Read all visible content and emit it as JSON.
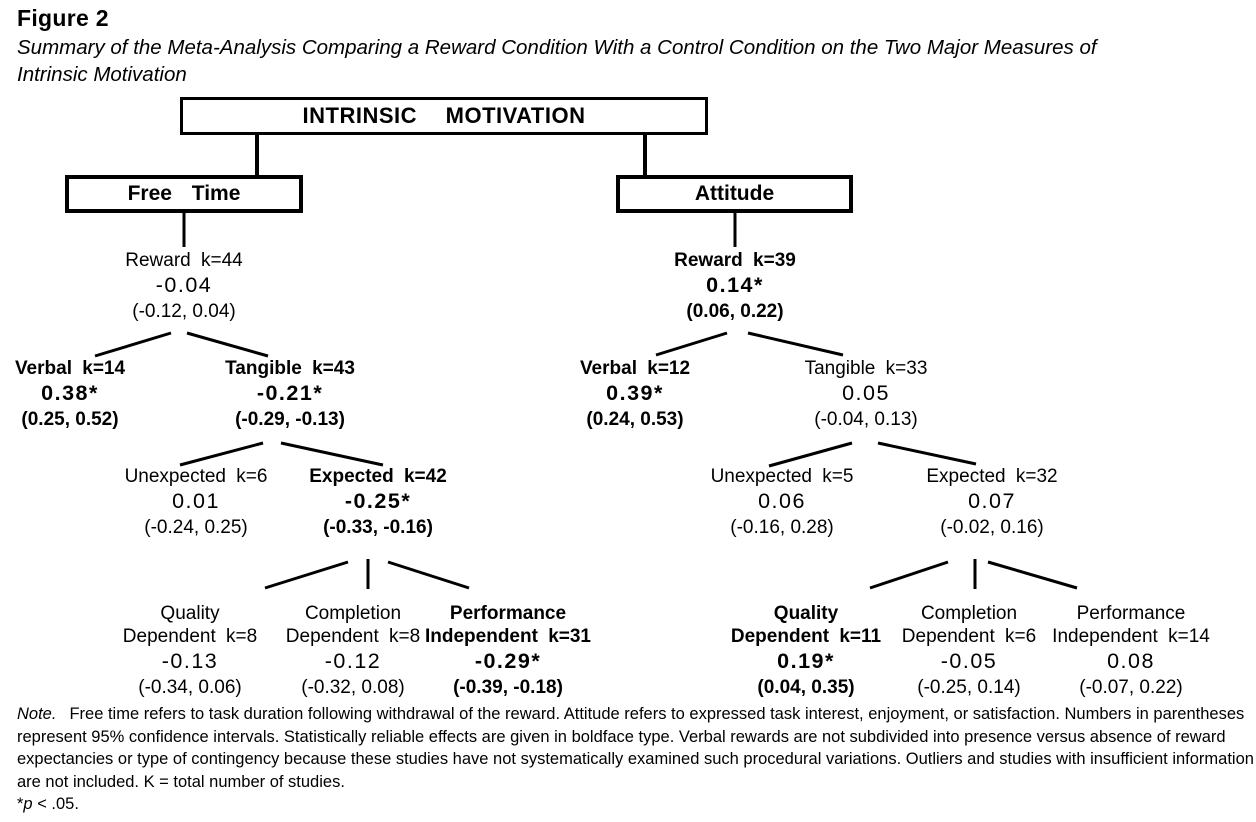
{
  "figure": {
    "label": "Figure 2",
    "caption_line1": "Summary of the Meta-Analysis Comparing a Reward Condition With a Control Condition on the Two Major Measures of",
    "caption_line2": "Intrinsic Motivation"
  },
  "tree": {
    "root_label": "INTRINSIC MOTIVATION",
    "free_time": {
      "title": "Free Time",
      "reward": {
        "label": "Reward k=44",
        "effect": "-0.04",
        "ci": "(-0.12, 0.04)",
        "significant": false
      },
      "verbal": {
        "label": "Verbal k=14",
        "effect": "0.38*",
        "ci": "(0.25, 0.52)",
        "significant": true
      },
      "tangible": {
        "label": "Tangible k=43",
        "effect": "-0.21*",
        "ci": "(-0.29, -0.13)",
        "significant": true
      },
      "unexpected": {
        "label": "Unexpected k=6",
        "effect": "0.01",
        "ci": "(-0.24, 0.25)",
        "significant": false
      },
      "expected": {
        "label": "Expected k=42",
        "effect": "-0.25*",
        "ci": "(-0.33, -0.16)",
        "significant": true
      },
      "quality_dependent": {
        "label_line1": "Quality",
        "label_line2": "Dependent k=8",
        "effect": "-0.13",
        "ci": "(-0.34, 0.06)",
        "significant": false
      },
      "completion_dependent": {
        "label_line1": "Completion",
        "label_line2": "Dependent k=8",
        "effect": "-0.12",
        "ci": "(-0.32, 0.08)",
        "significant": false
      },
      "performance_independent": {
        "label_line1": "Performance",
        "label_line2": "Independent k=31",
        "effect": "-0.29*",
        "ci": "(-0.39, -0.18)",
        "significant": true
      }
    },
    "attitude": {
      "title": "Attitude",
      "reward": {
        "label": "Reward k=39",
        "effect": "0.14*",
        "ci": "(0.06, 0.22)",
        "significant": true
      },
      "verbal": {
        "label": "Verbal k=12",
        "effect": "0.39*",
        "ci": "(0.24, 0.53)",
        "significant": true
      },
      "tangible": {
        "label": "Tangible k=33",
        "effect": "0.05",
        "ci": "(-0.04, 0.13)",
        "significant": false
      },
      "unexpected": {
        "label": "Unexpected k=5",
        "effect": "0.06",
        "ci": "(-0.16, 0.28)",
        "significant": false
      },
      "expected": {
        "label": "Expected k=32",
        "effect": "0.07",
        "ci": "(-0.02, 0.16)",
        "significant": false
      },
      "quality_dependent": {
        "label_line1": "Quality",
        "label_line2": "Dependent k=11",
        "effect": "0.19*",
        "ci": "(0.04, 0.35)",
        "significant": true
      },
      "completion_dependent": {
        "label_line1": "Completion",
        "label_line2": "Dependent k=6",
        "effect": "-0.05",
        "ci": "(-0.25, 0.14)",
        "significant": false
      },
      "performance_independent": {
        "label_line1": "Performance",
        "label_line2": "Independent k=14",
        "effect": "0.08",
        "ci": "(-0.07, 0.22)",
        "significant": false
      }
    }
  },
  "note": {
    "lead": "Note.",
    "line1": "Free time refers to task duration following withdrawal of the reward. Attitude refers to expressed task interest, enjoyment, or satisfaction. Numbers in parentheses",
    "line2": "represent 95% confidence intervals. Statistically reliable effects are given in boldface type. Verbal rewards are not subdivided into presence versus absence of reward",
    "line3": "expectancies or type of contingency because these studies have not systematically examined such procedural variations. Outliers and studies with insufficient information",
    "line4": "are not included. K = total number of studies.",
    "sig_star": "*",
    "sig_p": "p",
    "sig_rest": " < .05."
  },
  "colors": {
    "ink": "#000000",
    "background": "#ffffff"
  }
}
